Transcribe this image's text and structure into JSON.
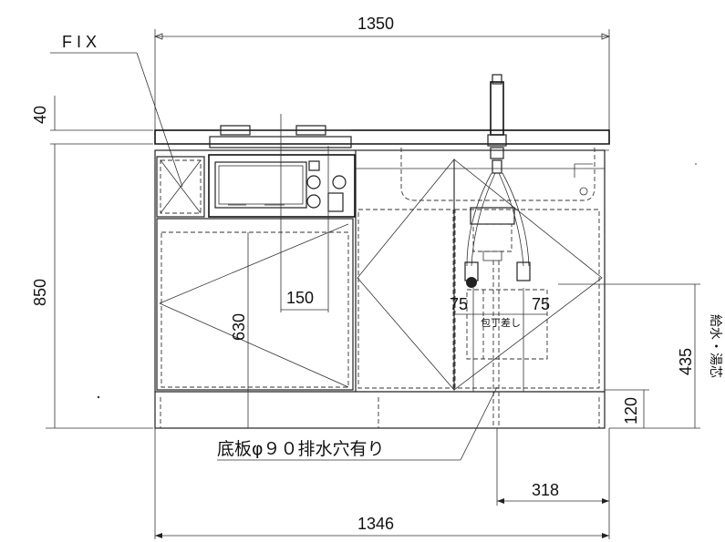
{
  "labels": {
    "fix": "F I X",
    "drain_note": "底板φ９０排水穴有り",
    "supply_note": "給水・湯芯",
    "connection_note": "包丁差し"
  },
  "dimensions": {
    "width_top": "1350",
    "width_bottom": "1346",
    "top_thickness": "40",
    "total_height": "850",
    "inner_height": "630",
    "burner_offset": "150",
    "pipe_left": "75",
    "pipe_right": "75",
    "pipe_height": "435",
    "plinth": "120",
    "drain_offset": "318"
  }
}
